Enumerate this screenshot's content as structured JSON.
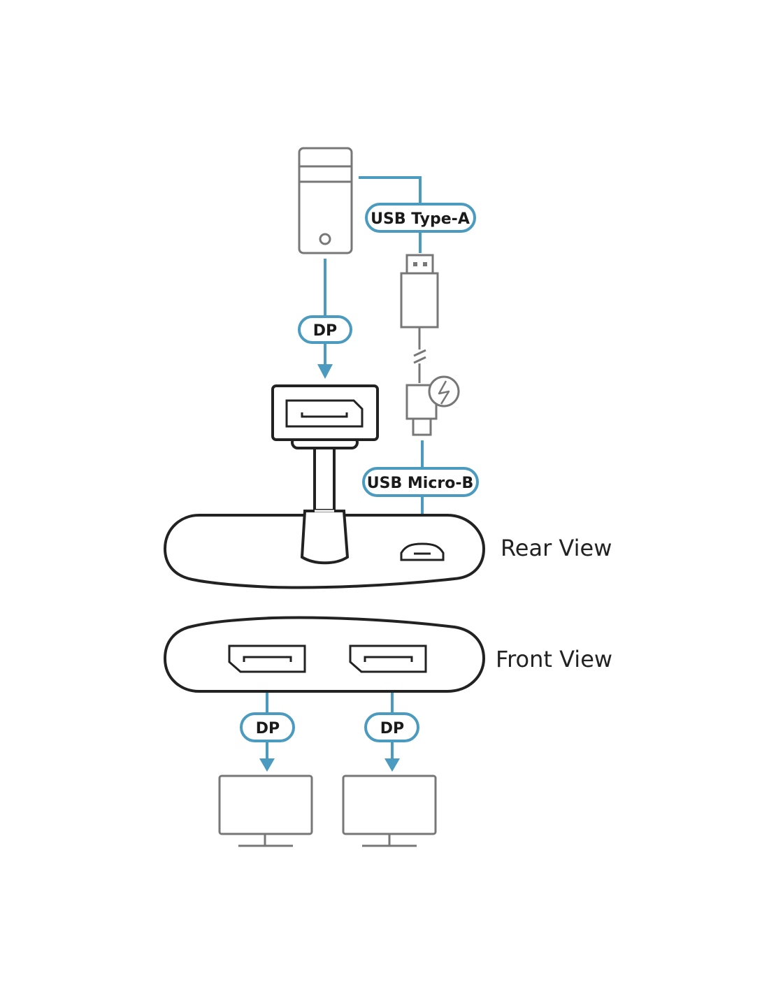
{
  "labels": {
    "usb_type_a": "USB Type-A",
    "usb_micro_b": "USB Micro-B",
    "dp_source": "DP",
    "dp_out_1": "DP",
    "dp_out_2": "DP",
    "rear_view": "Rear View",
    "front_view": "Front View"
  },
  "colors": {
    "cable": "#4a9bbf",
    "device_outline": "#777777",
    "hub_outline": "#222222",
    "text": "#1a1a1a"
  },
  "icons": {
    "computer": "desktop-tower-icon",
    "usb_a_plug": "usb-a-plug-icon",
    "micro_usb_plug": "usb-micro-b-plug-icon",
    "power": "lightning-icon",
    "dp_plug": "displayport-plug-icon",
    "monitor": "monitor-icon"
  }
}
